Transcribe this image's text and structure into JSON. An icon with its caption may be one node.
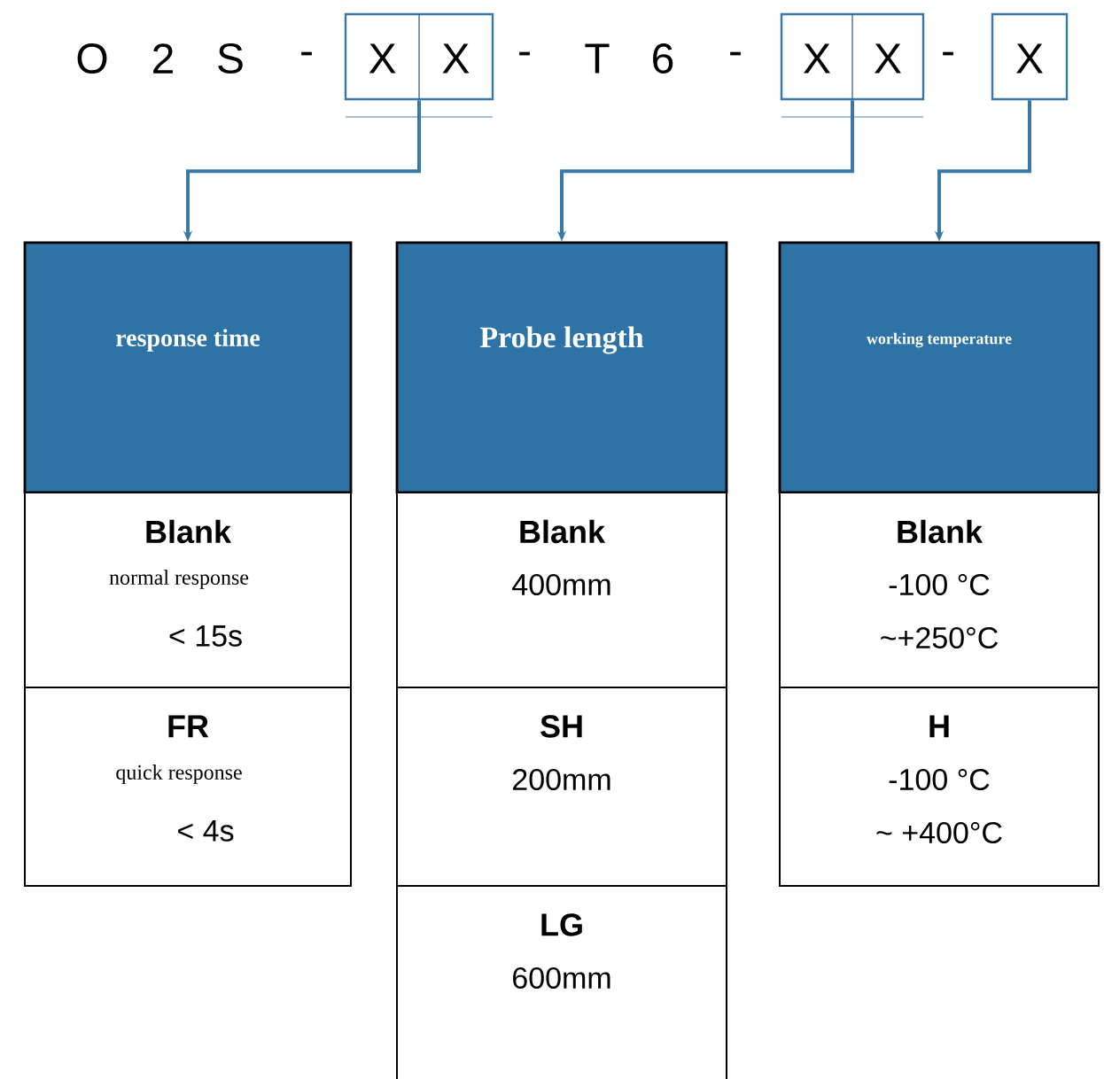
{
  "diagram": {
    "nodes": [
      {
        "text": [
          "X",
          "X"
        ]
      },
      {
        "text": [
          "X",
          "X"
        ]
      },
      {
        "text": [
          "X"
        ]
      },
      {
        "text": [
          "response time"
        ]
      },
      {
        "text": [
          "Probe length"
        ]
      },
      {
        "text": [
          "working temperature"
        ]
      },
      {
        "text": [
          "Blank",
          "normal response",
          "< 15s"
        ]
      },
      {
        "text": [
          "FR",
          "quick response",
          "< 4s"
        ]
      },
      {
        "text": [
          "Blank",
          "400mm"
        ]
      },
      {
        "text": [
          "SH",
          "200mm"
        ]
      },
      {
        "text": [
          "LG",
          "600mm"
        ]
      },
      {
        "text": [
          "Blank",
          "-100 °C",
          "~+250°C"
        ]
      },
      {
        "text": [
          "H",
          "-100 °C",
          "~ +400°C"
        ]
      }
    ],
    "edges": [
      {
        "from": 0,
        "to": 3,
        "arrow": "to"
      },
      {
        "from": 1,
        "to": 4,
        "arrow": "to"
      },
      {
        "from": 2,
        "to": 5,
        "arrow": "to"
      }
    ],
    "labels": [
      "O",
      "2",
      "S",
      "-",
      "-",
      "T",
      "6",
      "-",
      "-"
    ]
  }
}
